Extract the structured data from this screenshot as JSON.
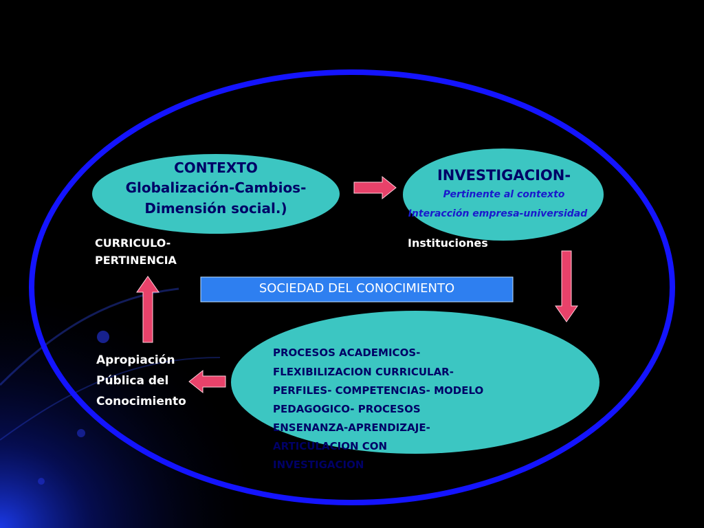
{
  "colors": {
    "background": "#000000",
    "outer_ring": "#1414ff",
    "ellipse_fill": "#3cc6c2",
    "arrow_fill": "#e8426a",
    "banner_fill": "#2e7ff0",
    "banner_text": "#ffffff"
  },
  "nodes": {
    "contexto": {
      "line1": "CONTEXTO",
      "line2": "Globalización-Cambios-",
      "line3": "Dimensión social.)"
    },
    "investigacion": {
      "title": "INVESTIGACION-",
      "line2": "Pertinente al contexto",
      "line3": "Interacción empresa-universidad"
    },
    "procesos": {
      "lines": [
        "PROCESOS ACADEMICOS-",
        "FLEXIBILIZACION CURRICULAR-",
        "PERFILES- COMPETENCIAS- MODELO",
        "PEDAGOGICO- PROCESOS",
        "ENSENANZA-APRENDIZAJE-",
        "ARTICULACION CON",
        "INVESTIGACION"
      ]
    },
    "center": "SOCIEDAD DEL CONOCIMIENTO"
  },
  "labels": {
    "curriculo": [
      "CURRICULO-",
      "PERTINENCIA"
    ],
    "instituciones": "Instituciones",
    "apropiacion": [
      "Apropiación",
      "Pública del",
      "Conocimiento"
    ]
  }
}
